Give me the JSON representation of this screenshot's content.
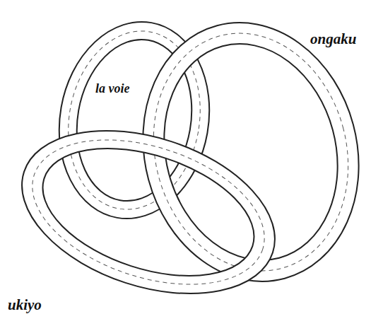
{
  "diagram": {
    "labels": [
      "ongaku",
      "la voie",
      "ukiyo"
    ]
  }
}
